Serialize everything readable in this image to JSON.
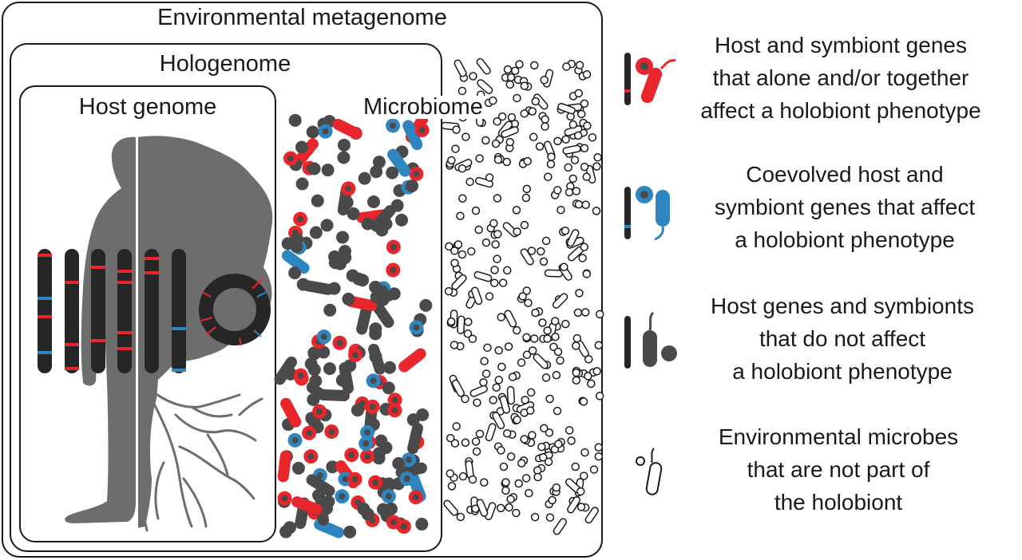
{
  "titles": {
    "environmental": "Environmental metagenome",
    "hologenome": "Hologenome",
    "host_genome": "Host genome",
    "microbiome": "Microbiome"
  },
  "legend": [
    {
      "lines": [
        "Host and symbiont genes",
        "that alone and/or together",
        "affect a holobiont phenotype"
      ]
    },
    {
      "lines": [
        "Coevolved host and",
        "symbiont genes that affect",
        "a holobiont phenotype"
      ]
    },
    {
      "lines": [
        "Host genes and symbionts",
        "that do not affect",
        "a holobiont phenotype"
      ]
    },
    {
      "lines": [
        "Environmental microbes",
        "that are not part of",
        "the holobiont"
      ]
    }
  ],
  "colors": {
    "outline": "#1a1a1a",
    "silhouette": "#6d6d6d",
    "chromosome": "#262626",
    "neutral_microbe": "#4a4a4a",
    "phenotype_red": "#e8262c",
    "coevolved_blue": "#2e86c1",
    "environmental_microbe": "#ffffff"
  }
}
